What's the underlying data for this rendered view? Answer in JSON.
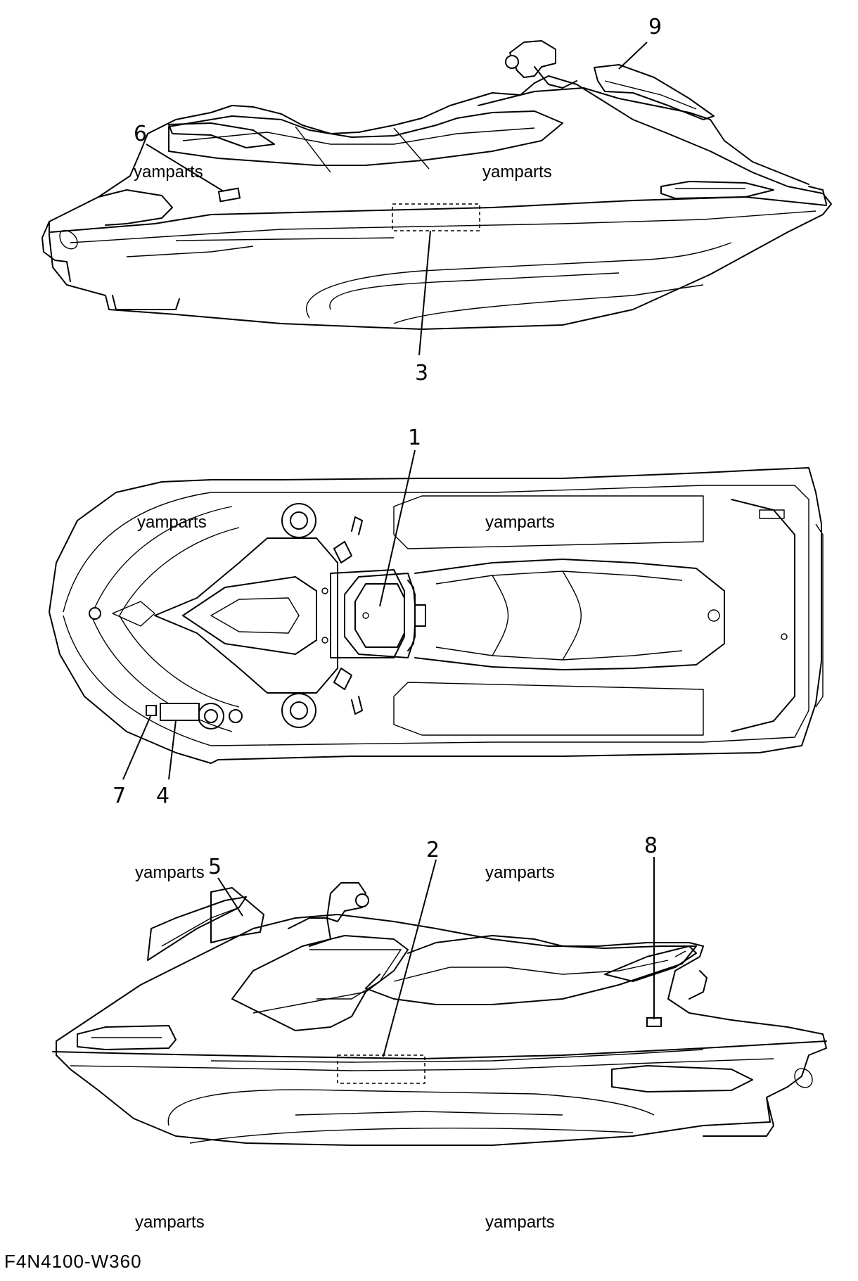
{
  "diagram": {
    "code": "F4N4100-W360",
    "watermark": "yamparts",
    "callouts": [
      "1",
      "2",
      "3",
      "4",
      "5",
      "6",
      "7",
      "8",
      "9"
    ]
  }
}
